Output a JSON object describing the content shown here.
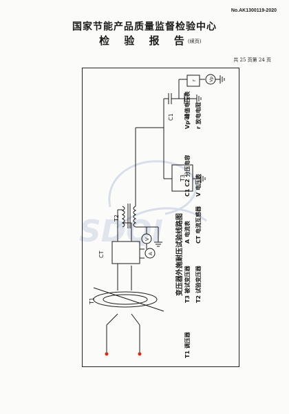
{
  "header": {
    "doc_number": "No.AK1300119-2020",
    "center_title": "国家节能产品质量监督检验中心",
    "report_title": "检 验 报 告",
    "report_cont": "(续页)",
    "page_info": "共 25 页第 24 页"
  },
  "diagram": {
    "title": "变压器外施耐压试验线路图",
    "components": {
      "T1": "T1",
      "T2": "T2",
      "T3": "T3",
      "CT": "CT",
      "A": "A",
      "V": "V",
      "C1": "C1",
      "C2": "C2",
      "r": "r",
      "Vp": "Vp"
    },
    "legend": [
      "T1 调压器",
      "T3 被试变压器",
      "A 电流表",
      "C1 C2 分压电容",
      "Vp 峰值电压表",
      "T2 试验变压器",
      "CT 电流互感器",
      "V 电压表",
      "r 放电电阻"
    ]
  },
  "colors": {
    "line": "#1a1a1a",
    "terminal": "#d42a1a",
    "watermark": "#c9d3e4"
  }
}
